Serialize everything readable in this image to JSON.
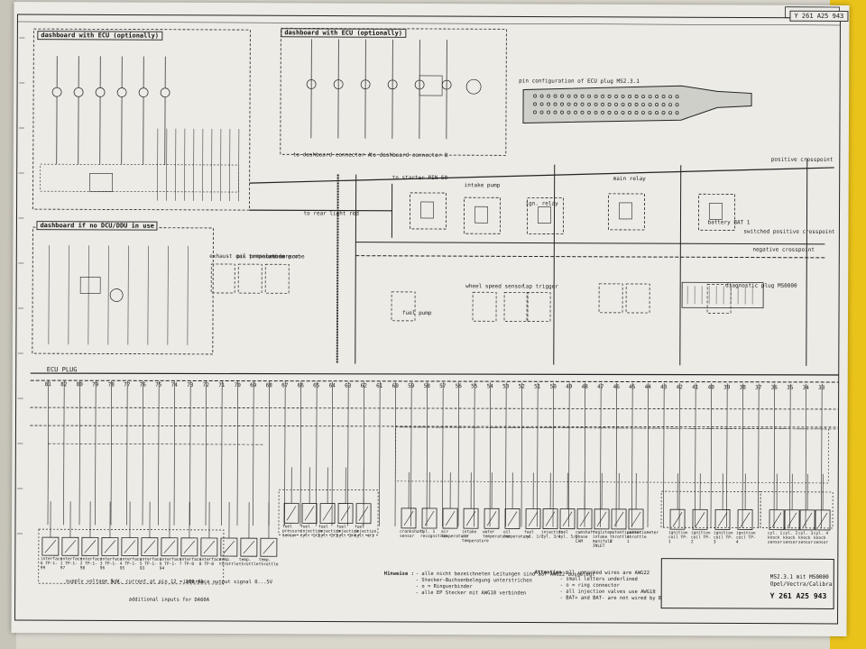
{
  "document_number": "Y 261 A25 943",
  "sections": {
    "dashboard_ecu": "dashboard with ECU (optionally)",
    "dashboard_if_no": "dashboard if no DCU/DDU in use",
    "ecu_plug": "ECU PLUG",
    "pin_config": "pin configuration of ECU plug   MS2.3.1"
  },
  "labels": {
    "to_dashboard_a": "to dashboard connector A",
    "to_dashboard_b": "to dashboard connector B",
    "to_starter": "to starter PIN 50",
    "to_rear_light": "to rear light red",
    "positive_crosspoint": "positive crosspoint",
    "switched_positive": "switched positive crosspoint",
    "negative_crosspoint": "negative crosspoint",
    "diagnostic_plug": "diagnostic plug MS0000",
    "main_relay": "main relay",
    "battery": "battery BAT 1",
    "fuel_pump": "fuel pump",
    "intake_pump": "intake pump",
    "ign_relay": "ign. relay",
    "exhaust_gas_temp": "exhaust gas temperature",
    "oil_pressure": "oil pressure sensor",
    "lambda_probe": "lambda probe",
    "wheel_speed": "wheel speed sensor",
    "lap_trigger": "lap trigger",
    "supply_voltage": "supply voltage 5 V",
    "max_current": "max. current at pin 12 = 100 mA",
    "interface_output": "interface output signal 0...5V",
    "additional_inputs": "additional inputs for DA60A"
  },
  "bottom_components": [
    "interface 6 TP-1-99",
    "interface 1 TP-1-97",
    "interface 2 TP-1-98",
    "interface 3 TP-1-96",
    "interface 4 TP-1-95",
    "interface 5 TP-1-93",
    "interface 6 TP-1-94",
    "interface 7 TP-B",
    "interface 8 TP-B",
    "temp. throttle",
    "temp. throttle",
    "temp. throttle",
    "fuel pressure sensor",
    "fuel injection cyl. 1/2",
    "fuel injection cyl. 2/3",
    "fuel injection cyl. 3/4",
    "fuel injection cyl. 4/1",
    "crankshaft sensor",
    "cyl. 1 recognition",
    "air temperature",
    "intake air temperature",
    "water temperature",
    "oil temperature",
    "fuel cyl. 1/2",
    "injection cyl. 3/4",
    "fuel cyl. 5/6",
    "camshaft phase CAM",
    "register intake manifold INLET",
    "potentiometer throttle 2",
    "potentiometer throttle 1",
    "ignition coil TP-1",
    "ignition coil TP-2",
    "ignition coil TP-3",
    "ignition coil TP-4",
    "cyl. 1 knock sensor",
    "cyl. 2 knock sensor",
    "cyl. 3 knock sensor",
    "cyl. 4 knock sensor"
  ],
  "notes": {
    "remarks_title": "Hinweise :",
    "remark_1": "- alle nicht bezeichneten Leitungen sind auf AWG22 ausgelegt",
    "remark_2": "- Stecker-Buchsenbelegung unterstrichen",
    "remark_3": "- o = Ringverbinder",
    "remark_4": "- alle EP Stecker mit AWG18 verbinden",
    "attention_title": "Attention :",
    "attention_1": "- all unmarked wires are AWG22",
    "attention_2": "- small letters underlined",
    "attention_3": "- o = ring connector",
    "attention_4": "- all injection valves use AWG18",
    "attention_5": "- BAT+ and BAT- are not wired by Bosch"
  },
  "title_block": {
    "line_1": "MS2.3.1 mit MS0000",
    "line_2": "Opel/Vectra/Calibra",
    "doc": "Y 261 A25 943"
  },
  "ecu_pins": [
    "81",
    "82",
    "80",
    "79",
    "78",
    "77",
    "76",
    "75",
    "74",
    "73",
    "72",
    "71",
    "70",
    "69",
    "68",
    "67",
    "66",
    "65",
    "64",
    "63",
    "62",
    "61",
    "60",
    "59",
    "58",
    "57",
    "56",
    "55",
    "54",
    "53",
    "52",
    "51",
    "50",
    "49",
    "48",
    "47",
    "46",
    "45",
    "44",
    "43",
    "42",
    "41",
    "40",
    "39",
    "38",
    "37",
    "36",
    "35",
    "34",
    "33"
  ]
}
